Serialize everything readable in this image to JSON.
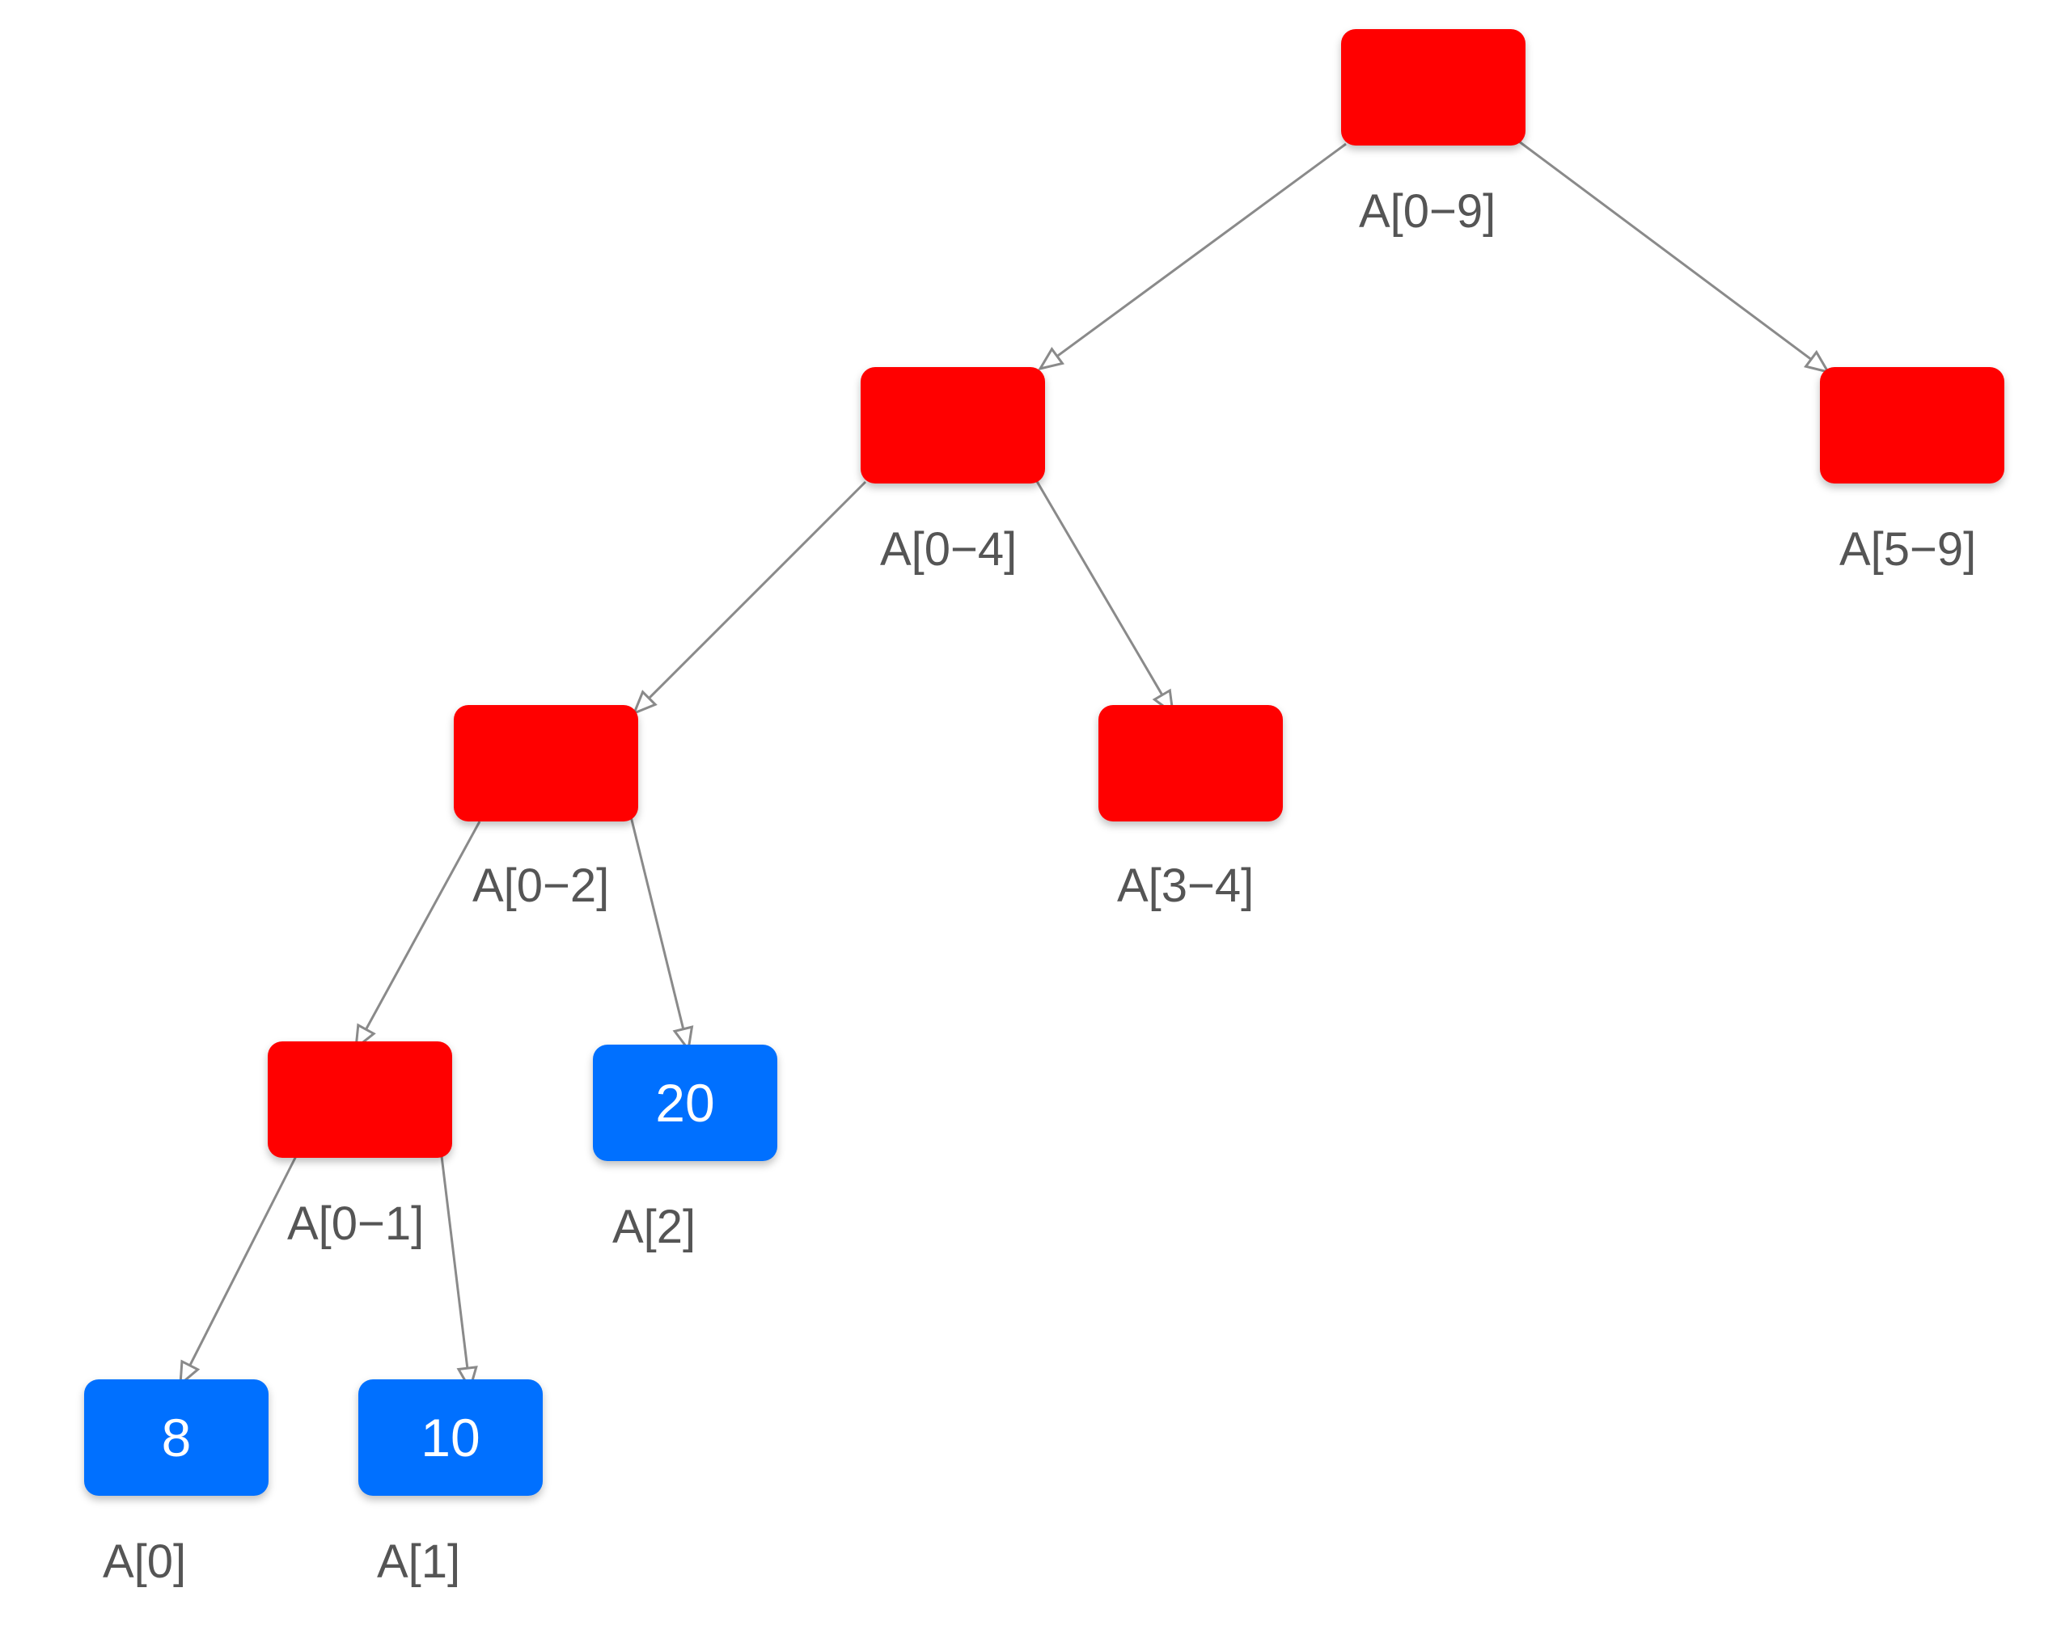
{
  "colors": {
    "internal": "#ff0000",
    "leaf": "#0070ff",
    "edge": "#8a8a8a",
    "label": "#555555"
  },
  "nodes": [
    {
      "id": "n09",
      "label": "A[0−9]",
      "value": "",
      "kind": "internal"
    },
    {
      "id": "n04",
      "label": "A[0−4]",
      "value": "",
      "kind": "internal"
    },
    {
      "id": "n59",
      "label": "A[5−9]",
      "value": "",
      "kind": "internal"
    },
    {
      "id": "n02",
      "label": "A[0−2]",
      "value": "",
      "kind": "internal"
    },
    {
      "id": "n34",
      "label": "A[3−4]",
      "value": "",
      "kind": "internal"
    },
    {
      "id": "n01",
      "label": "A[0−1]",
      "value": "",
      "kind": "internal"
    },
    {
      "id": "n2",
      "label": "A[2]",
      "value": "20",
      "kind": "leaf"
    },
    {
      "id": "n0",
      "label": "A[0]",
      "value": "8",
      "kind": "leaf"
    },
    {
      "id": "n1",
      "label": "A[1]",
      "value": "10",
      "kind": "leaf"
    }
  ],
  "edges": [
    {
      "from": "n09",
      "to": "n04"
    },
    {
      "from": "n09",
      "to": "n59"
    },
    {
      "from": "n04",
      "to": "n02"
    },
    {
      "from": "n04",
      "to": "n34"
    },
    {
      "from": "n02",
      "to": "n01"
    },
    {
      "from": "n02",
      "to": "n2"
    },
    {
      "from": "n01",
      "to": "n0"
    },
    {
      "from": "n01",
      "to": "n1"
    }
  ]
}
